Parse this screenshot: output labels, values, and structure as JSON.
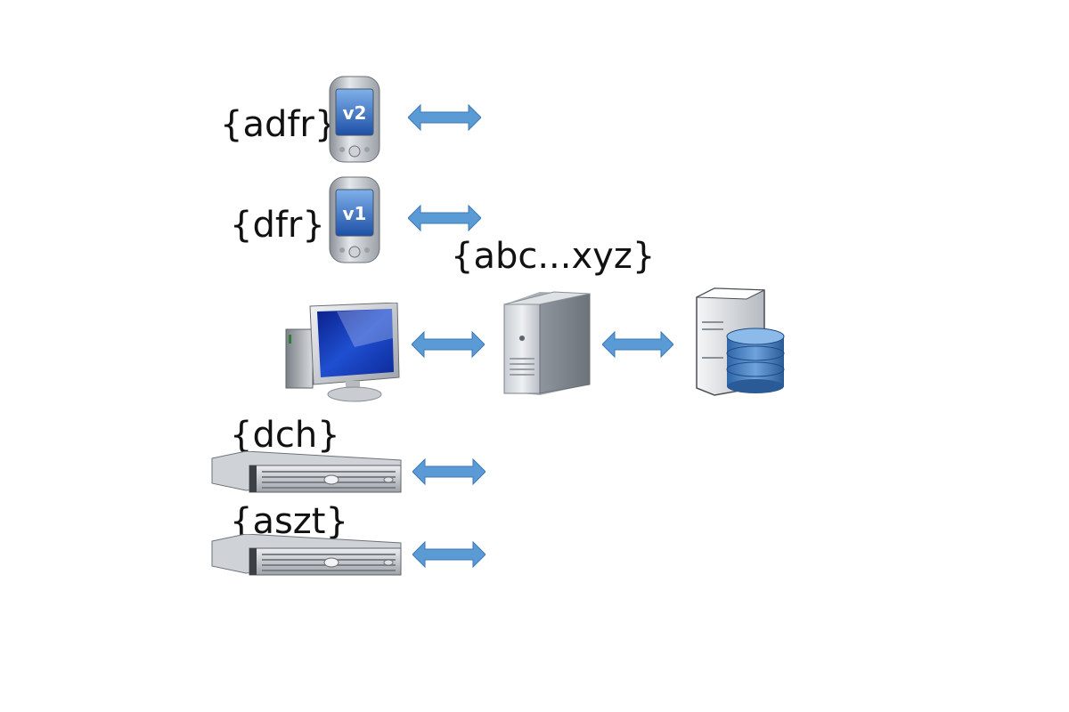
{
  "labels": {
    "phone_v2": "{adfr}",
    "phone_v1": "{dfr}",
    "central": "{abc...xyz}",
    "rack_1": "{dch}",
    "rack_2": "{aszt}"
  },
  "devices": {
    "phone_v2_badge": "v2",
    "phone_v1_badge": "v1"
  },
  "colors": {
    "arrow_fill": "#5b9bd5",
    "arrow_stroke": "#3e78b5",
    "screen_blue": "#1f4fb5",
    "db_blue": "#3f7fc4"
  }
}
